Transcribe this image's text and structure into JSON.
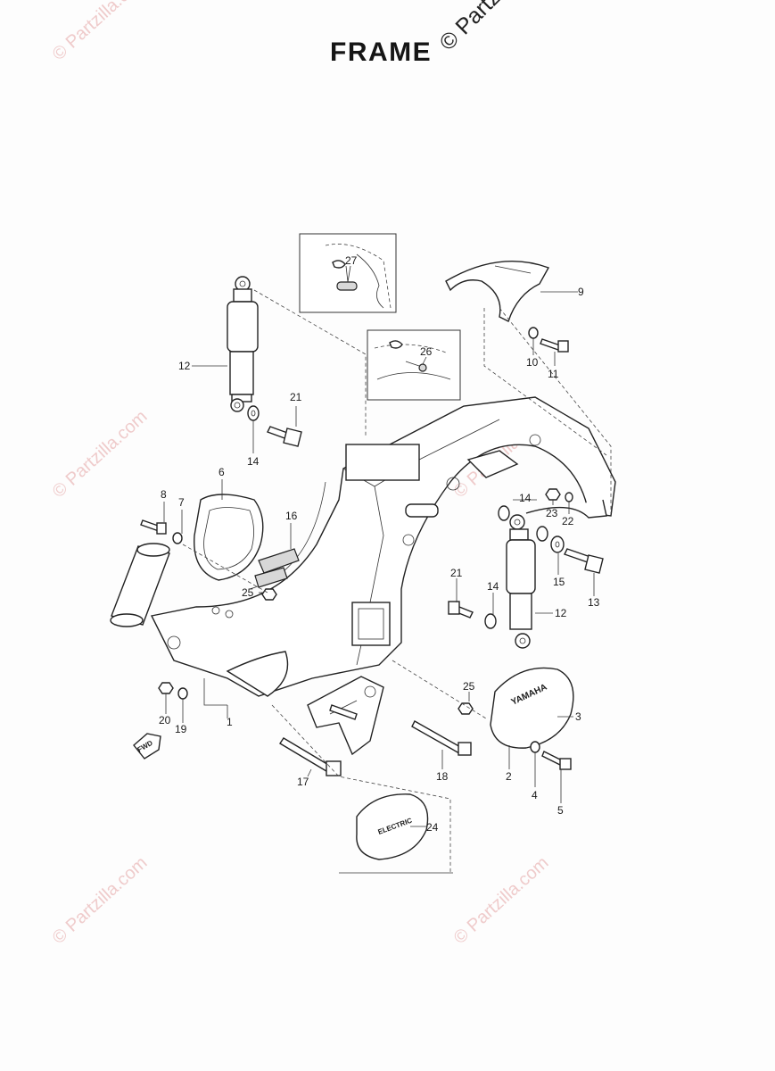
{
  "title": "FRAME",
  "copyright_corner": "© Partzilla",
  "watermark_text": "© Partzilla.com",
  "emblem_texts": {
    "side_cover": "YAMAHA",
    "electric_cover": "ELECTRIC",
    "fwd_arrow": "FWD"
  },
  "callouts": {
    "c1": "1",
    "c2": "2",
    "c3": "3",
    "c4": "4",
    "c5": "5",
    "c6": "6",
    "c7": "7",
    "c8": "8",
    "c9": "9",
    "c10": "10",
    "c11": "11",
    "c12a": "12",
    "c12b": "12",
    "c13": "13",
    "c14a": "14",
    "c14b": "14",
    "c14c": "14",
    "c15": "15",
    "c16": "16",
    "c17": "17",
    "c18": "18",
    "c19": "19",
    "c20": "20",
    "c21a": "21",
    "c21b": "21",
    "c22": "22",
    "c23": "23",
    "c24": "24",
    "c25a": "25",
    "c25b": "25",
    "c26": "26",
    "c27": "27"
  }
}
